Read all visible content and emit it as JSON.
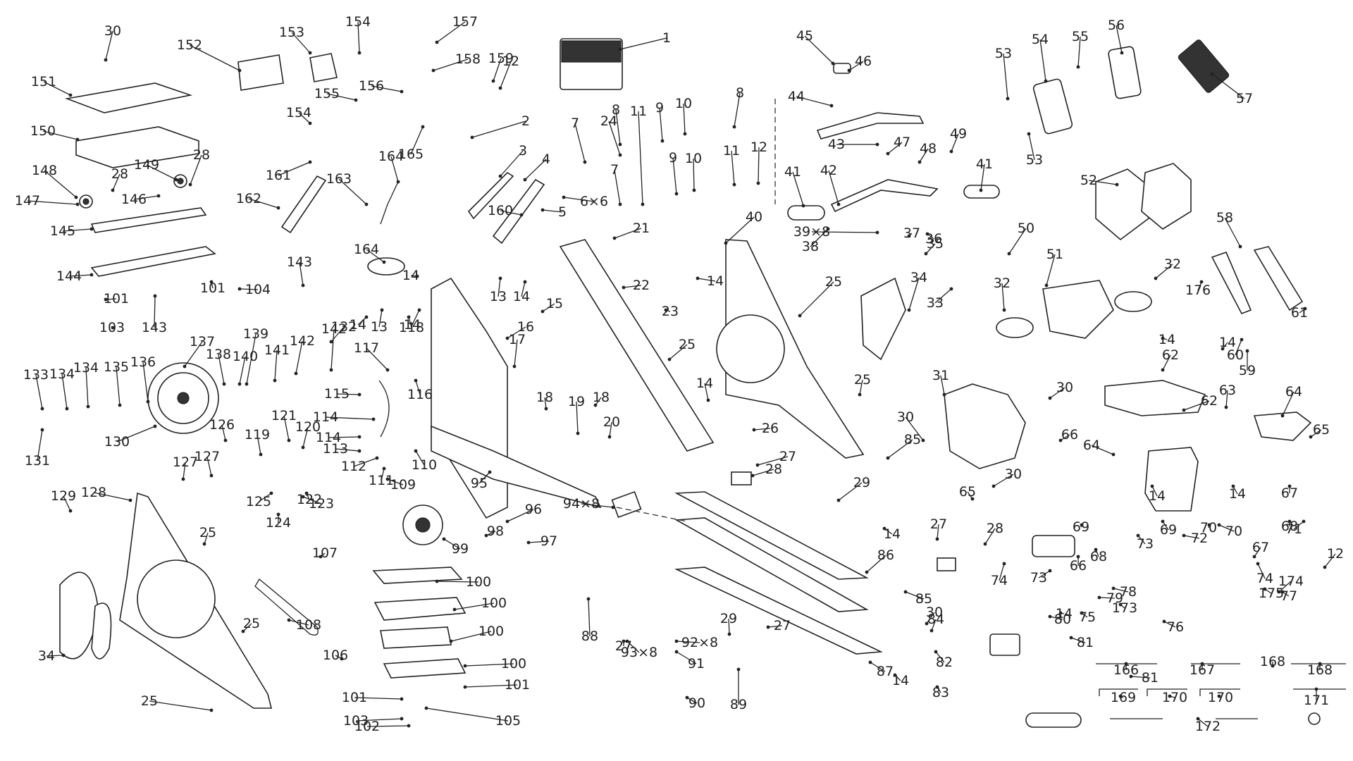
{
  "colors": {
    "ink": "#222222",
    "background": "#ffffff",
    "fill": "#333333"
  },
  "part_numbers": [
    "1",
    "2",
    "3",
    "4",
    "5",
    "6×6",
    "7",
    "7",
    "8",
    "8",
    "9",
    "9",
    "10",
    "10",
    "11",
    "11",
    "12",
    "12",
    "12",
    "13",
    "13",
    "14",
    "14",
    "14",
    "14",
    "14",
    "14",
    "14",
    "14",
    "14",
    "14",
    "14",
    "14",
    "14",
    "15",
    "16",
    "17",
    "18",
    "18",
    "19",
    "20",
    "21",
    "22",
    "23",
    "24",
    "25",
    "25",
    "25",
    "25",
    "25",
    "25",
    "26",
    "27",
    "27",
    "27",
    "27",
    "28",
    "28",
    "28",
    "28",
    "29",
    "29",
    "30",
    "30",
    "30",
    "30",
    "30",
    "31",
    "32",
    "32",
    "33",
    "34",
    "34",
    "35",
    "36",
    "37",
    "38",
    "39×8",
    "40",
    "41",
    "41",
    "42",
    "43",
    "44",
    "45",
    "46",
    "47",
    "48",
    "49",
    "50",
    "51",
    "52",
    "53",
    "53",
    "54",
    "55",
    "56",
    "57",
    "58",
    "59",
    "60",
    "61",
    "62",
    "62",
    "63",
    "64",
    "64",
    "65",
    "65",
    "66",
    "66",
    "67",
    "67",
    "68",
    "68",
    "69",
    "69",
    "70",
    "70",
    "71",
    "72",
    "73",
    "73",
    "74",
    "74",
    "75",
    "76",
    "77",
    "78",
    "79",
    "80",
    "81",
    "81",
    "82",
    "83",
    "84",
    "85",
    "85",
    "86",
    "87",
    "88",
    "89",
    "90",
    "91",
    "92×8",
    "93×8",
    "94×8",
    "95",
    "96",
    "97",
    "98",
    "99",
    "100",
    "100",
    "100",
    "100",
    "101",
    "101",
    "101",
    "101",
    "102",
    "103",
    "103",
    "104",
    "105",
    "106",
    "107",
    "108",
    "109",
    "110",
    "111",
    "112",
    "113",
    "114",
    "114",
    "115",
    "116",
    "117",
    "118",
    "119",
    "120",
    "121",
    "122",
    "123",
    "124",
    "125",
    "126",
    "127",
    "127",
    "128",
    "129",
    "130",
    "131",
    "132",
    "133",
    "134",
    "134",
    "135",
    "136",
    "137",
    "138",
    "139",
    "140",
    "141",
    "142",
    "142",
    "143",
    "143",
    "144",
    "145",
    "146",
    "147",
    "148",
    "149",
    "150",
    "151",
    "152",
    "153",
    "154",
    "154",
    "155",
    "156",
    "157",
    "158",
    "159",
    "160",
    "161",
    "162",
    "163",
    "164",
    "164",
    "165",
    "166",
    "167",
    "168",
    "168",
    "169",
    "170",
    "170",
    "171",
    "172",
    "173",
    "174",
    "175",
    "176"
  ]
}
